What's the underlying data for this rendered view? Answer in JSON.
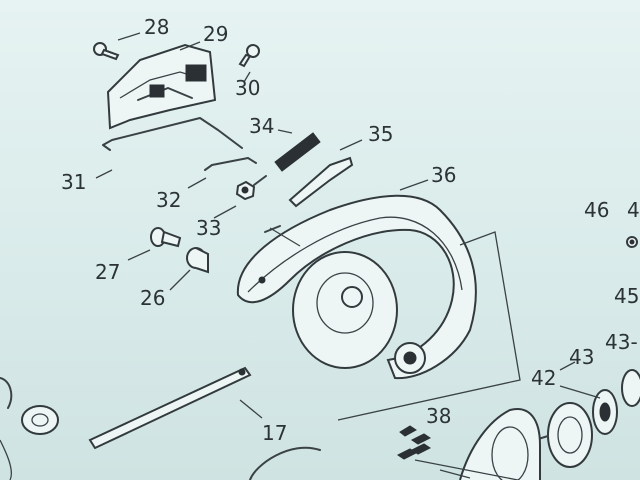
{
  "parts": [
    {
      "id": "28",
      "label": "28"
    },
    {
      "id": "29",
      "label": "29"
    },
    {
      "id": "30",
      "label": "30"
    },
    {
      "id": "34",
      "label": "34"
    },
    {
      "id": "35",
      "label": "35"
    },
    {
      "id": "31",
      "label": "31"
    },
    {
      "id": "36",
      "label": "36"
    },
    {
      "id": "32",
      "label": "32"
    },
    {
      "id": "33",
      "label": "33"
    },
    {
      "id": "46",
      "label": "46"
    },
    {
      "id": "4_cut",
      "label": "4"
    },
    {
      "id": "27",
      "label": "27"
    },
    {
      "id": "26",
      "label": "26"
    },
    {
      "id": "45",
      "label": "45"
    },
    {
      "id": "43a",
      "label": "43"
    },
    {
      "id": "43b",
      "label": "43-"
    },
    {
      "id": "42",
      "label": "42"
    },
    {
      "id": "38",
      "label": "38"
    },
    {
      "id": "17",
      "label": "17"
    }
  ],
  "colors": {
    "paper": "#dfeeee",
    "ink": "#2c3336"
  }
}
